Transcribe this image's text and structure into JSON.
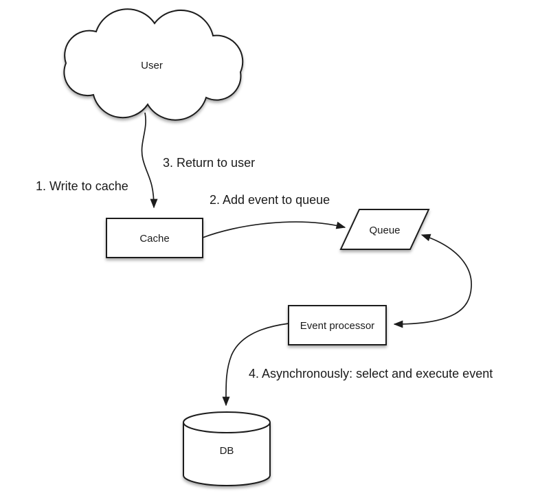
{
  "diagram": {
    "colors": {
      "background": "#ffffff",
      "shape_fill": "#ffffff",
      "stroke": "#1c1c1c",
      "text": "#1a1a1a"
    },
    "nodes": {
      "user": {
        "label": "User",
        "shape": "cloud"
      },
      "cache": {
        "label": "Cache",
        "shape": "rectangle"
      },
      "queue": {
        "label": "Queue",
        "shape": "parallelogram"
      },
      "event_processor": {
        "label": "Event processor",
        "shape": "rectangle"
      },
      "db": {
        "label": "DB",
        "shape": "cylinder"
      }
    },
    "edges": {
      "step1": {
        "label": "1. Write to cache"
      },
      "step2": {
        "label": "2. Add event to queue"
      },
      "step3": {
        "label": "3. Return to user"
      },
      "step4": {
        "label": "4. Asynchronously: select and execute event"
      }
    }
  }
}
